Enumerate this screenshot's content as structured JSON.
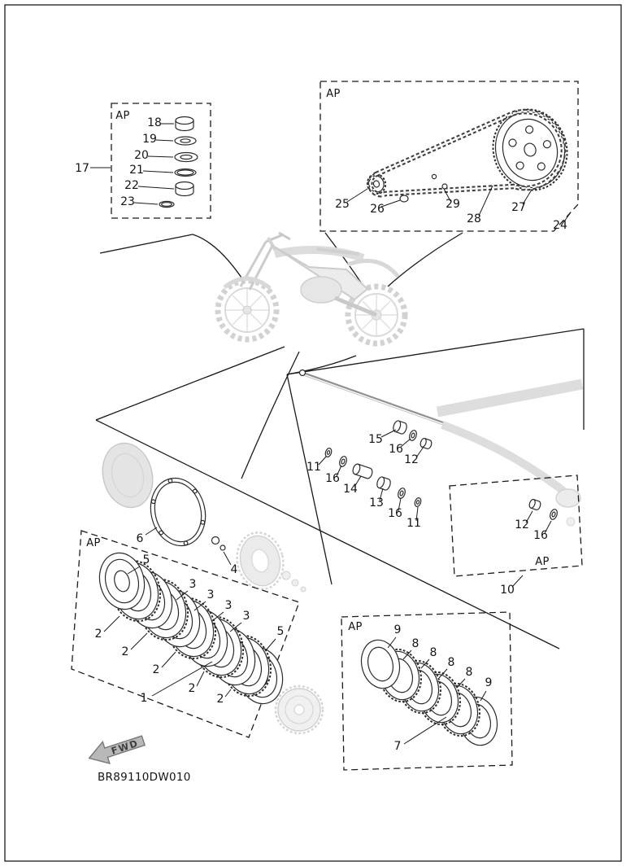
{
  "diagram": {
    "code": "BR89110DW010",
    "ap": "AP",
    "fwd": "FWD"
  },
  "refs": {
    "1": "1",
    "2": "2",
    "3": "3",
    "4": "4",
    "5": "5",
    "6": "6",
    "7": "7",
    "8": "8",
    "9": "9",
    "10": "10",
    "11": "11",
    "12": "12",
    "13": "13",
    "14": "14",
    "15": "15",
    "16": "16",
    "17": "17",
    "18": "18",
    "19": "19",
    "20": "20",
    "21": "21",
    "22": "22",
    "23": "23",
    "24": "24",
    "25": "25",
    "26": "26",
    "27": "27",
    "28": "28",
    "29": "29"
  }
}
